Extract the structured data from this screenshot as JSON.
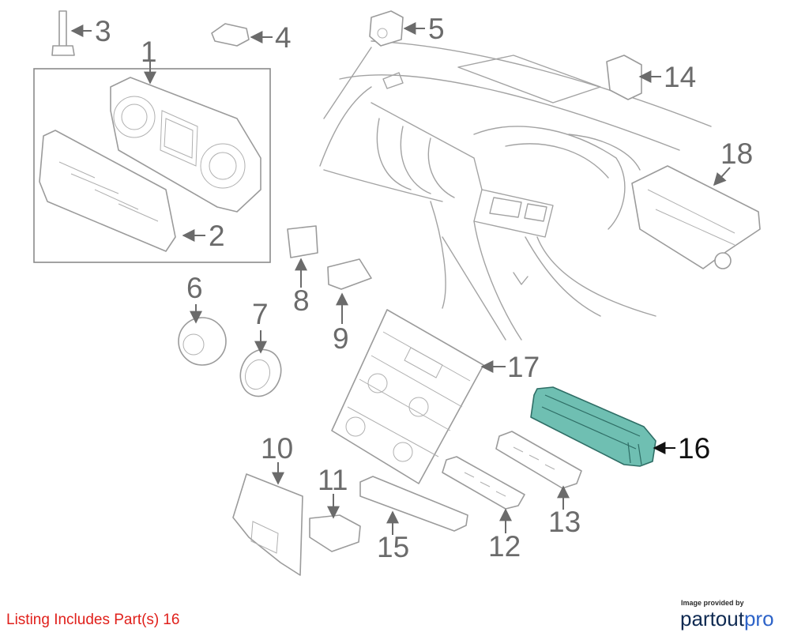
{
  "diagram": {
    "callouts": [
      "1",
      "2",
      "3",
      "4",
      "5",
      "6",
      "7",
      "8",
      "9",
      "10",
      "11",
      "12",
      "13",
      "14",
      "15",
      "16",
      "17",
      "18"
    ],
    "highlighted_part": "16",
    "highlight_color": "#6fbfb2"
  },
  "footer": {
    "listing_text": "Listing Includes Part(s)",
    "listing_parts": "16",
    "listing_color": "#e0201b",
    "logo_caption": "Image provided by",
    "logo_brand_main": "partout",
    "logo_brand_accent": "pro"
  }
}
